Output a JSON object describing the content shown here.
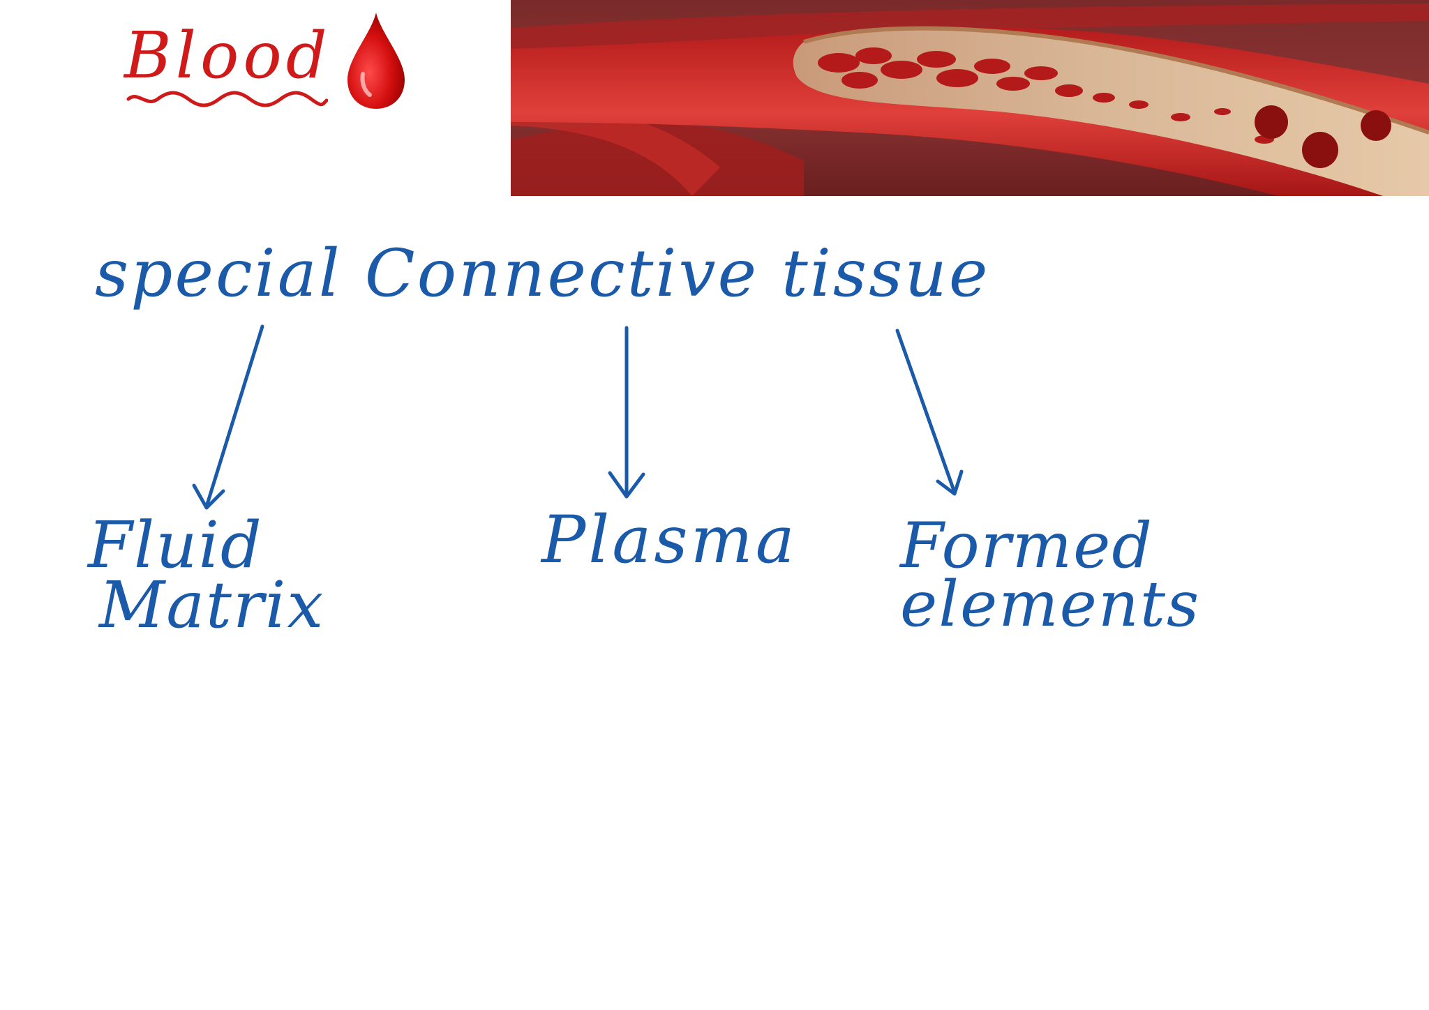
{
  "heading": {
    "title": "Blood",
    "drop_icon": "blood-drop-icon",
    "title_color": "#d01a1a"
  },
  "image": {
    "description_icon": "blood-vessel-illustration"
  },
  "diagram": {
    "ink_color": "#1a5aa8",
    "root": "special Connective tissue",
    "branches": [
      {
        "line1": "Fluid",
        "line2": "Matrix"
      },
      {
        "line1": "Plasma"
      },
      {
        "line1": "Formed",
        "line2": "elements"
      }
    ]
  }
}
